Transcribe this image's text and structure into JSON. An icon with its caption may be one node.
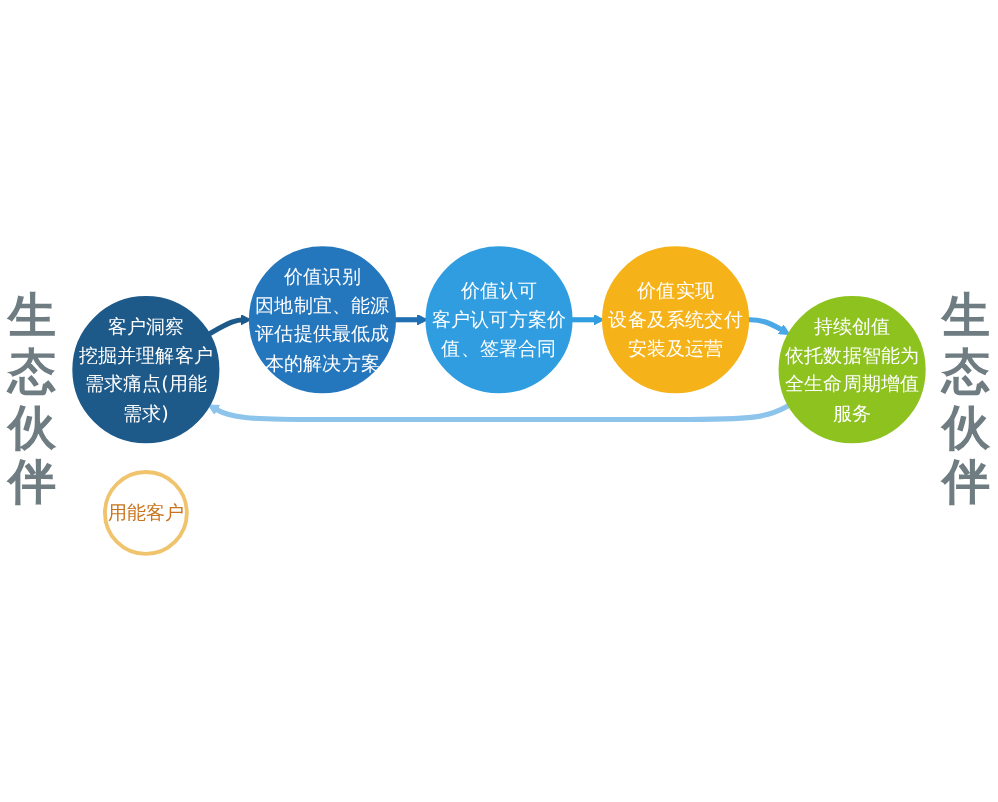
{
  "diagram": {
    "nodes": [
      {
        "text": [
          "客户洞察",
          "挖掘并理解客户需求痛点(用能需求)"
        ]
      },
      {
        "text": [
          "持续创值",
          "依托数据智能为全生命周期增值服务"
        ]
      },
      {
        "text": [
          "价值识别",
          "因地制宜、能源评估提供最低成本的解决方案"
        ]
      },
      {
        "text": [
          "用能客户"
        ]
      },
      {
        "text": [
          "价值实现",
          "设备及系统交付安装及运营"
        ]
      },
      {
        "text": [
          "价值认可",
          "客户认可方案价值、签署合同"
        ]
      }
    ],
    "edges": [
      {
        "from": 0,
        "to": 2,
        "arrow": "to",
        "color": "#1d5a8a"
      },
      {
        "from": 2,
        "to": 5,
        "arrow": "to",
        "color": "#1f6fb2"
      },
      {
        "from": 5,
        "to": 4,
        "arrow": "to",
        "color": "#2f9de0"
      },
      {
        "from": 4,
        "to": 1,
        "arrow": "to",
        "color": "#4aa8e6"
      },
      {
        "from": 1,
        "to": 0,
        "arrow": "to",
        "color": "#8cc4ec"
      }
    ],
    "labels": [
      "生态伙伴",
      "生态伙伴"
    ]
  }
}
